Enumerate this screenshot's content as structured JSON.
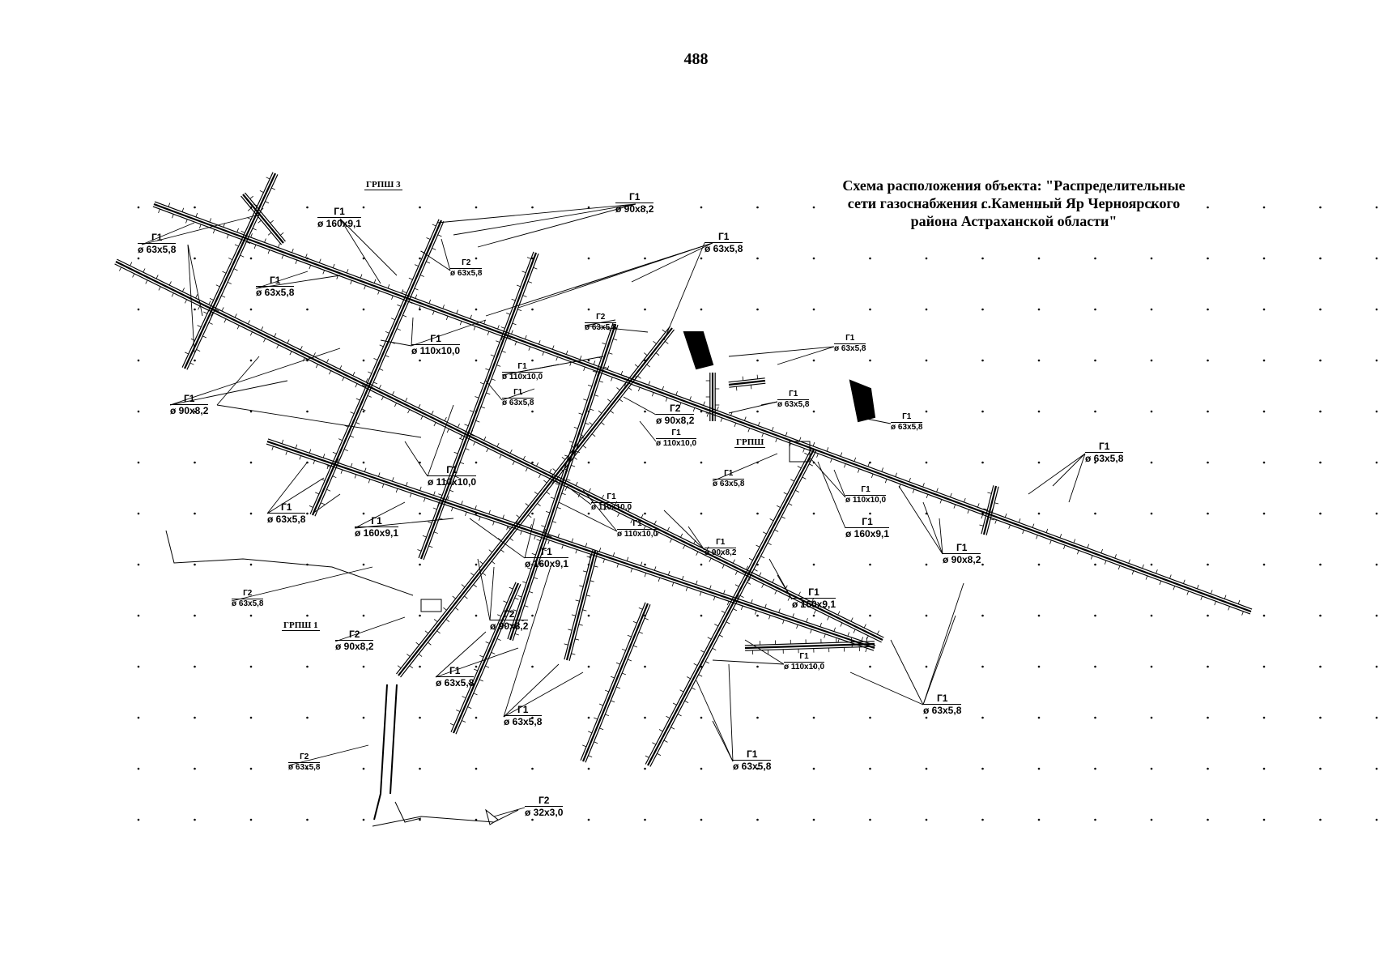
{
  "page_number": "488",
  "title_lines": [
    "Схема расположения объекта: \"Распределительные",
    "сети газоснабжения с.Каменный Яр Черноярского",
    "района Астраханской области\""
  ],
  "station_labels": [
    "ГРПШ 3",
    "ГРПШ",
    "ГРПШ 1"
  ],
  "pipe_labels": [
    {
      "code": "Г1",
      "diameter": "ø 90x8,2"
    },
    {
      "code": "Г1",
      "diameter": "ø 160x9,1"
    },
    {
      "code": "Г1",
      "diameter": "ø 63x5,8"
    },
    {
      "code": "Г2",
      "diameter": "ø 63x5,8"
    },
    {
      "code": "Г1",
      "diameter": "ø 63x5,8"
    },
    {
      "code": "Г1",
      "diameter": "ø 63x5,8"
    },
    {
      "code": "Г2",
      "diameter": "ø 63x5,8"
    },
    {
      "code": "Г1",
      "diameter": "ø 110x10,0"
    },
    {
      "code": "Г1",
      "diameter": "ø 63x5,8"
    },
    {
      "code": "Г1",
      "diameter": "ø 110x10,0"
    },
    {
      "code": "Г1",
      "diameter": "ø 63x5,8"
    },
    {
      "code": "Г1",
      "diameter": "ø 63x5,8"
    },
    {
      "code": "Г1",
      "diameter": "ø 90x8,2"
    },
    {
      "code": "Г2",
      "diameter": "ø 90x8,2"
    },
    {
      "code": "Г1",
      "diameter": "ø 63x5,8"
    },
    {
      "code": "Г1",
      "diameter": "ø 110x10,0"
    },
    {
      "code": "Г1",
      "diameter": "ø 63x5,8"
    },
    {
      "code": "Г1",
      "diameter": "ø 110x10,0"
    },
    {
      "code": "Г1",
      "diameter": "ø 63x5,8"
    },
    {
      "code": "Г1",
      "diameter": "ø 110x10,0"
    },
    {
      "code": "Г1",
      "diameter": "ø 110x10,0"
    },
    {
      "code": "Г1",
      "diameter": "ø 160x9,1"
    },
    {
      "code": "Г1",
      "diameter": "ø 90x8,2"
    },
    {
      "code": "Г1",
      "diameter": "ø 63x5,8"
    },
    {
      "code": "Г1",
      "diameter": "ø 160x9,1"
    },
    {
      "code": "Г1",
      "diameter": "ø 110x10,0"
    },
    {
      "code": "Г1",
      "diameter": "ø 90x8,2"
    },
    {
      "code": "Г1",
      "diameter": "ø 160x9,1"
    },
    {
      "code": "Г2",
      "diameter": "ø 63x5,8"
    },
    {
      "code": "Г2",
      "diameter": "ø 90x8,2"
    },
    {
      "code": "Г2",
      "diameter": "ø 90x8,2"
    },
    {
      "code": "Г1",
      "diameter": "ø 160x9,1"
    },
    {
      "code": "Г1",
      "diameter": "ø 110x10,0"
    },
    {
      "code": "Г1",
      "diameter": "ø 63x5,8"
    },
    {
      "code": "Г1",
      "diameter": "ø 63x5,8"
    },
    {
      "code": "Г1",
      "diameter": "ø 63x5,8"
    },
    {
      "code": "Г1",
      "diameter": "ø 63x5,8"
    },
    {
      "code": "Г2",
      "diameter": "ø 63x5,8"
    },
    {
      "code": "Г2",
      "diameter": "ø 32x3,0"
    }
  ]
}
